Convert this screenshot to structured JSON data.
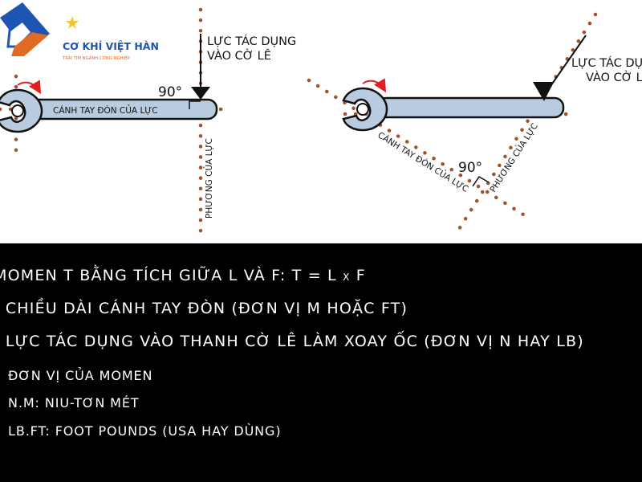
{
  "brand": {
    "name": "CƠ KHÍ VIỆT HÀN",
    "tagline": "TRÁI TIM NGÀNH CÔNG NGHIỆP"
  },
  "diagram_left": {
    "force_label_line1": "LỰC TÁC DỤNG",
    "force_label_line2": "VÀO CỜ LÊ",
    "angle": "90°",
    "lever_arm_label": "CÁNH TAY ĐÒN CỦA LỰC",
    "force_direction_label": "PHƯƠNG CỦA LỰC"
  },
  "diagram_right": {
    "force_label_line1": "LỰC TÁC DỤNG",
    "force_label_line2": "VÀO CỜ LÊ",
    "angle": "90°",
    "lever_arm_label": "CÁNH TAY ĐÒN CỦA LỰC",
    "force_direction_label": "PHƯƠNG CỦA LỰC"
  },
  "panel": {
    "formula_lead": "MOMEN T BẰNG TÍCH GIỮA L VÀ F: T = L",
    "formula_mul": "x",
    "formula_tail": "F",
    "length_def": ": CHIỀU DÀI CÁNH TAY ĐÒN (ĐƠN VỊ M HOẶC FT)",
    "force_def": ": LỰC TÁC DỤNG VÀO THANH CỜ LÊ LÀM XOAY ỐC (ĐƠN VỊ N HAY LB)",
    "units_heading": "ĐƠN VỊ CỦA MOMEN",
    "unit_nm": "N.M: NIU-TƠN MÉT",
    "unit_lbft": "LB.FT: FOOT POUNDS (USA HAY DÙNG)"
  },
  "colors": {
    "dots": "#a0522d",
    "wrench_fill": "#b9ccdf",
    "outline": "#111111",
    "arrow_red": "#e02020",
    "brand_blue": "#1e55b3",
    "brand_orange": "#e06b22",
    "panel_bg": "#000000",
    "panel_text": "#ffffff"
  }
}
